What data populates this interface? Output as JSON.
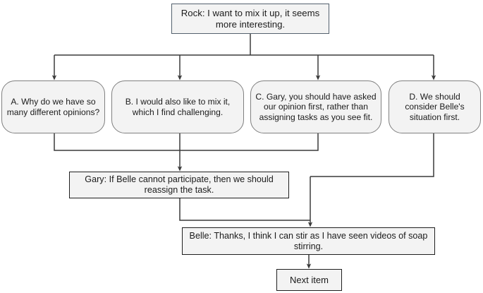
{
  "diagram": {
    "type": "flowchart",
    "title": "Dialogue branching flowchart",
    "colors": {
      "background": "#ffffff",
      "node_fill": "#f3f3f3",
      "rect_border": "#1f1f1f",
      "root_border": "#54616e",
      "rounded_border": "#808080",
      "edge": "#3a3a3a",
      "text": "#1b1b1b"
    },
    "nodes": {
      "root": {
        "id": "root",
        "shape": "rectangle",
        "speaker": "Rock",
        "text": "Rock: I want to mix it up, it seems more interesting."
      },
      "option_a": {
        "id": "option-a",
        "shape": "rounded-rectangle",
        "letter": "A",
        "text": "A. Why do we have so many different opinions?"
      },
      "option_b": {
        "id": "option-b",
        "shape": "rounded-rectangle",
        "letter": "B",
        "text": "B. I would also like to mix it, which I find challenging."
      },
      "option_c": {
        "id": "option-c",
        "shape": "rounded-rectangle",
        "letter": "C",
        "text": "C. Gary, you should have asked our opinion first, rather than assigning tasks as you see fit."
      },
      "option_d": {
        "id": "option-d",
        "shape": "rounded-rectangle",
        "letter": "D",
        "text": "D. We should consider Belle's situation first."
      },
      "gary": {
        "id": "gary-reply",
        "shape": "rectangle",
        "speaker": "Gary",
        "text": "Gary: If Belle cannot participate, then we should reassign the task."
      },
      "belle": {
        "id": "belle-reply",
        "shape": "rectangle",
        "speaker": "Belle",
        "text": "Belle: Thanks, I think I can stir as I have seen videos of soap stirring."
      },
      "next": {
        "id": "next-item",
        "shape": "rectangle",
        "text": "Next item"
      }
    },
    "edges": [
      {
        "from": "root",
        "to": "option_a",
        "arrow": true
      },
      {
        "from": "root",
        "to": "option_b",
        "arrow": true
      },
      {
        "from": "root",
        "to": "option_c",
        "arrow": true
      },
      {
        "from": "root",
        "to": "option_d",
        "arrow": true
      },
      {
        "from": "option_a",
        "to": "gary",
        "arrow": true
      },
      {
        "from": "option_b",
        "to": "gary",
        "arrow": true
      },
      {
        "from": "option_c",
        "to": "gary",
        "arrow": true
      },
      {
        "from": "option_d",
        "to": "belle",
        "arrow": true
      },
      {
        "from": "gary",
        "to": "belle",
        "arrow": true
      },
      {
        "from": "belle",
        "to": "next",
        "arrow": true
      }
    ]
  }
}
